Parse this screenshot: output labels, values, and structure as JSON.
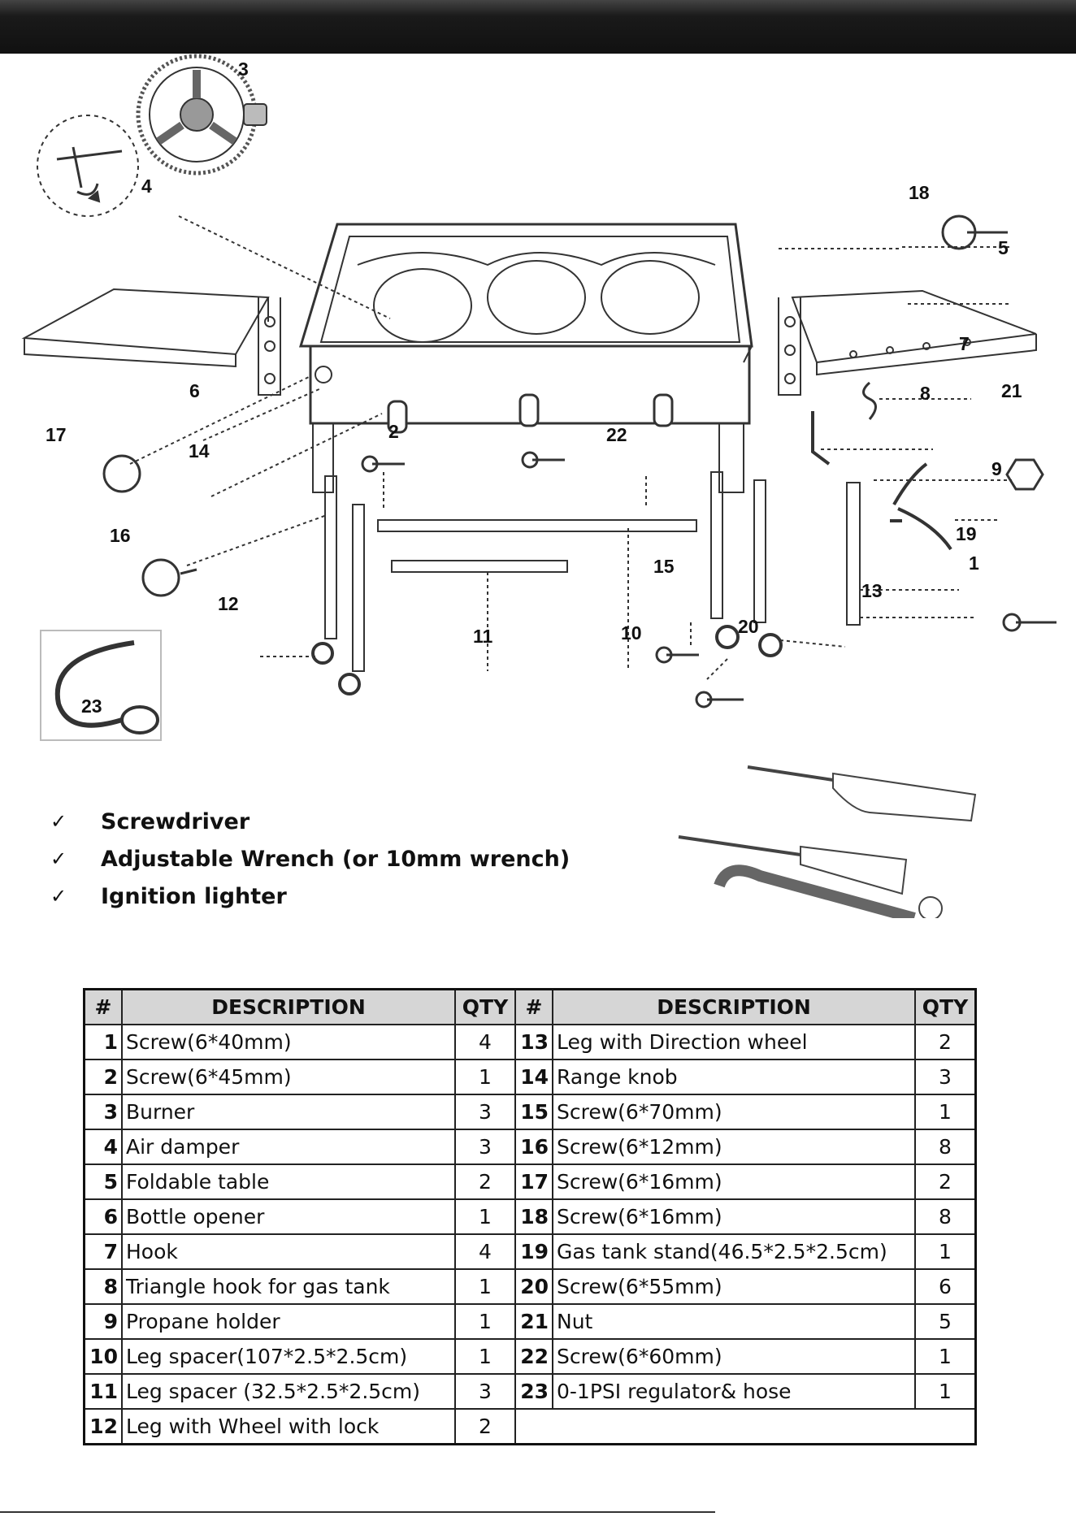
{
  "callouts": [
    "1",
    "2",
    "3",
    "4",
    "5",
    "6",
    "7",
    "8",
    "9",
    "10",
    "11",
    "12",
    "13",
    "14",
    "15",
    "16",
    "17",
    "18",
    "19",
    "20",
    "21",
    "22",
    "23"
  ],
  "tools": [
    {
      "check": "✓",
      "label": "Screwdriver"
    },
    {
      "check": "✓",
      "label": "Adjustable Wrench (or 10mm wrench)"
    },
    {
      "check": "✓",
      "label": "Ignition lighter"
    }
  ],
  "table": {
    "headers": [
      "#",
      "DESCRIPTION",
      "QTY",
      "#",
      "DESCRIPTION",
      "QTY"
    ],
    "left": [
      {
        "num": "1",
        "desc": "Screw(6*40mm)",
        "qty": "4"
      },
      {
        "num": "2",
        "desc": "Screw(6*45mm)",
        "qty": "1"
      },
      {
        "num": "3",
        "desc": "Burner",
        "qty": "3"
      },
      {
        "num": "4",
        "desc": "Air damper",
        "qty": "3"
      },
      {
        "num": "5",
        "desc": "Foldable table",
        "qty": "2"
      },
      {
        "num": "6",
        "desc": "Bottle opener",
        "qty": "1"
      },
      {
        "num": "7",
        "desc": "Hook",
        "qty": "4"
      },
      {
        "num": "8",
        "desc": "Triangle hook for gas tank",
        "qty": "1"
      },
      {
        "num": "9",
        "desc": "Propane holder",
        "qty": "1"
      },
      {
        "num": "10",
        "desc": "Leg spacer(107*2.5*2.5cm)",
        "qty": "1"
      },
      {
        "num": "11",
        "desc": "Leg spacer (32.5*2.5*2.5cm)",
        "qty": "3"
      },
      {
        "num": "12",
        "desc": "Leg with Wheel with lock",
        "qty": "2"
      }
    ],
    "right": [
      {
        "num": "13",
        "desc": "Leg with Direction wheel",
        "qty": "2"
      },
      {
        "num": "14",
        "desc": "Range knob",
        "qty": "3"
      },
      {
        "num": "15",
        "desc": "Screw(6*70mm)",
        "qty": "1"
      },
      {
        "num": "16",
        "desc": "Screw(6*12mm)",
        "qty": "8"
      },
      {
        "num": "17",
        "desc": "Screw(6*16mm)",
        "qty": "2"
      },
      {
        "num": "18",
        "desc": "Screw(6*16mm)",
        "qty": "8"
      },
      {
        "num": "19",
        "desc": "Gas tank stand(46.5*2.5*2.5cm)",
        "qty": "1"
      },
      {
        "num": "20",
        "desc": "Screw(6*55mm)",
        "qty": "6"
      },
      {
        "num": "21",
        "desc": "Nut",
        "qty": "5"
      },
      {
        "num": "22",
        "desc": "Screw(6*60mm)",
        "qty": "1"
      },
      {
        "num": "23",
        "desc": "0-1PSI regulator& hose",
        "qty": "1"
      }
    ]
  }
}
